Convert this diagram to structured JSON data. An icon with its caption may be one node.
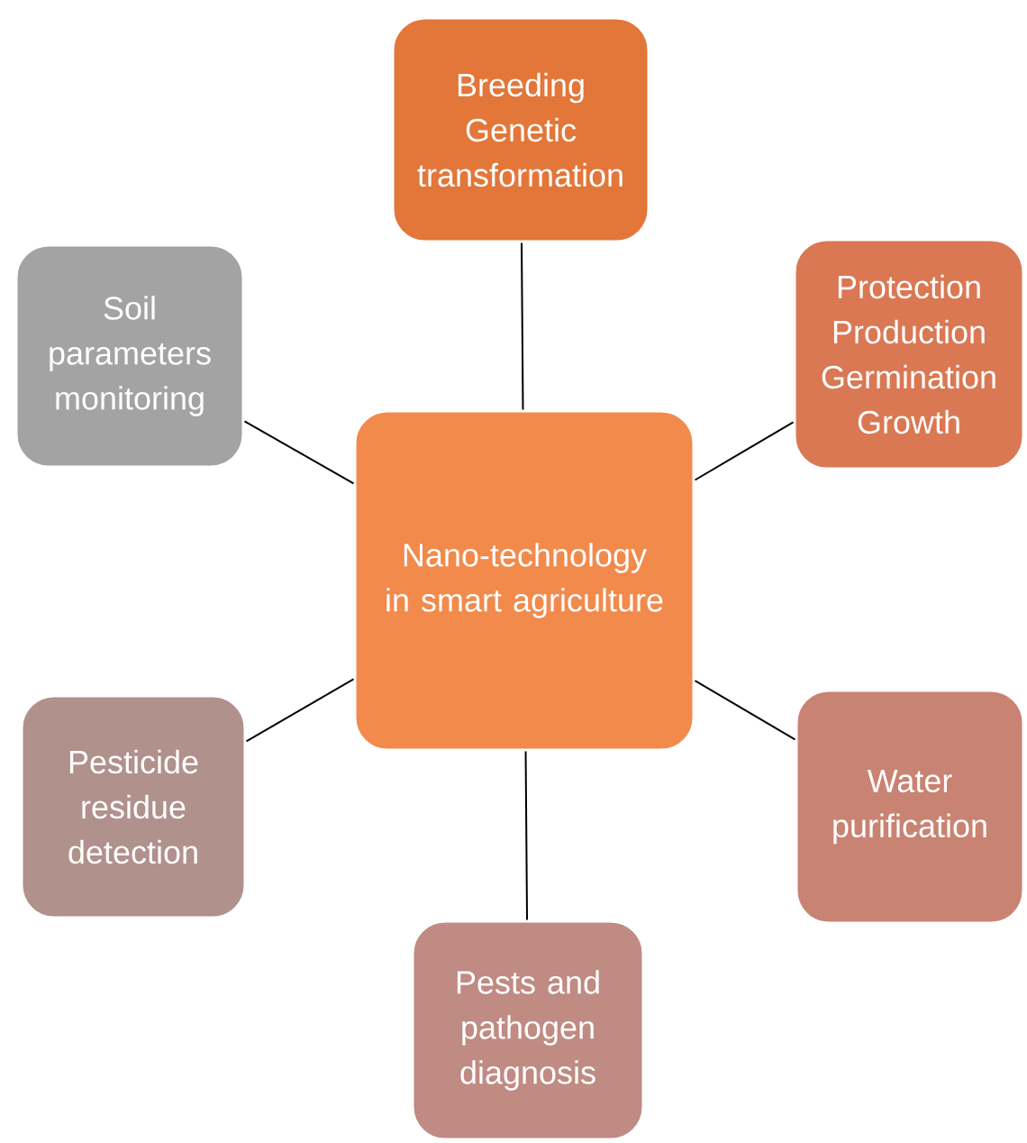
{
  "diagram": {
    "nodes": [
      {
        "text": [
          "Breeding Genetic transformation"
        ]
      },
      {
        "text": [
          "Soil parameters monitoring"
        ]
      },
      {
        "text": [
          "Protection Production Germination Growth"
        ]
      },
      {
        "text": [
          "Nano-technology in smart agriculture"
        ]
      },
      {
        "text": [
          "Pesticide residue detection"
        ]
      },
      {
        "text": [
          "Water purification"
        ]
      },
      {
        "text": [
          "Pests and pathogen diagnosis"
        ]
      }
    ],
    "edges": [
      {
        "from": 3,
        "to": 0,
        "arrow": "none"
      },
      {
        "from": 3,
        "to": 1,
        "arrow": "none"
      },
      {
        "from": 3,
        "to": 2,
        "arrow": "none"
      },
      {
        "from": 3,
        "to": 4,
        "arrow": "none"
      },
      {
        "from": 3,
        "to": 5,
        "arrow": "none"
      },
      {
        "from": 3,
        "to": 6,
        "arrow": "none"
      }
    ]
  }
}
